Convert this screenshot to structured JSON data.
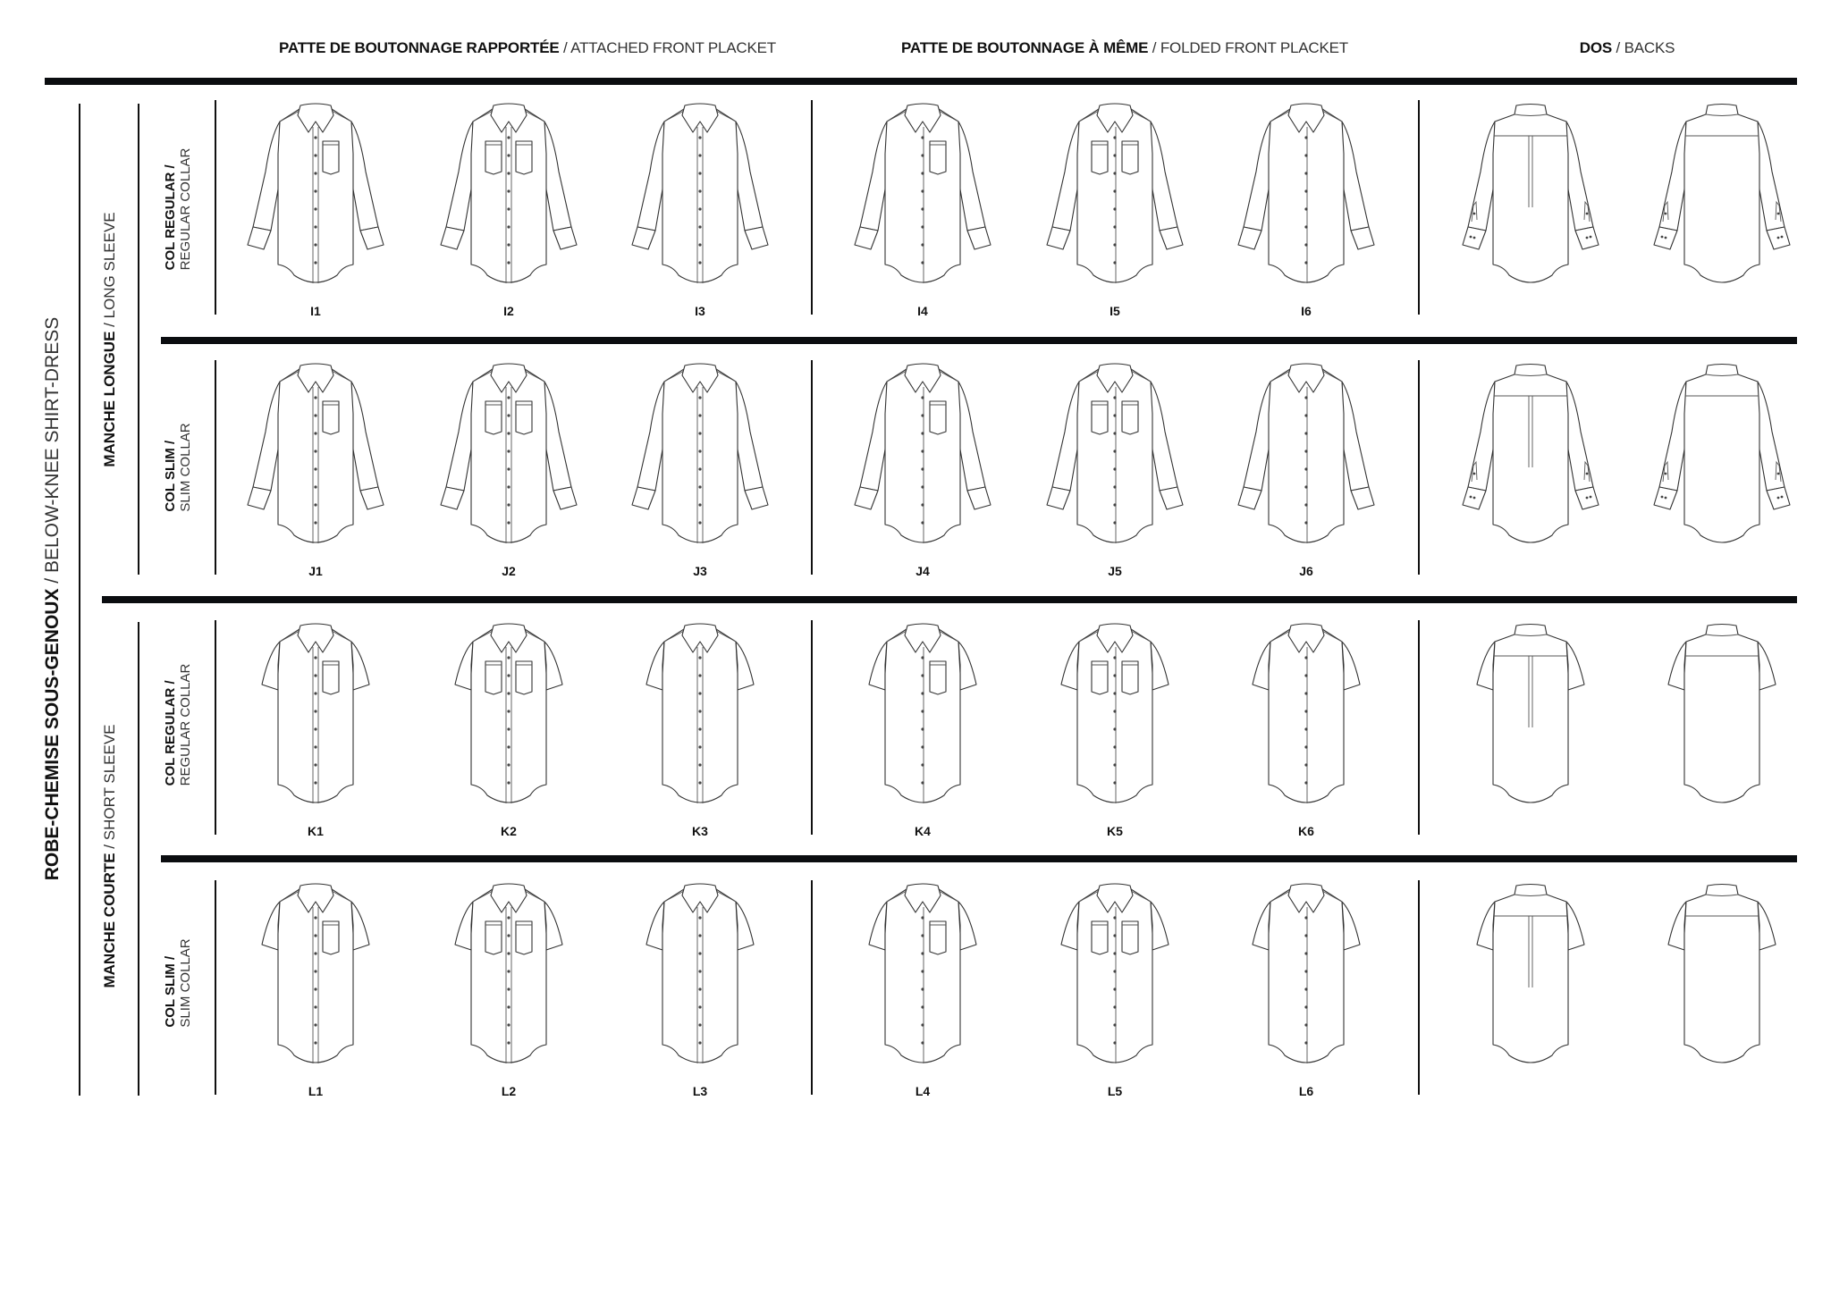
{
  "headers": [
    {
      "bold": "PATTE DE BOUTONNAGE RAPPORTÉE",
      "light": " / ATTACHED FRONT PLACKET"
    },
    {
      "bold": "PATTE DE BOUTONNAGE À MÊME",
      "light": " / FOLDED FRONT PLACKET"
    },
    {
      "bold": "DOS",
      "light": " / BACKS"
    }
  ],
  "main_label": {
    "bold": "ROBE-CHEMISE SOUS-GENOUX",
    "light": " / BELOW-KNEE SHIRT-DRESS"
  },
  "sleeves": [
    {
      "bold": "MANCHE LONGUE",
      "light": " / LONG SLEEVE"
    },
    {
      "bold": "MANCHE COURTE",
      "light": " / SHORT SLEEVE"
    }
  ],
  "collars": [
    {
      "bold": "COL REGULAR /",
      "light": "REGULAR COLLAR"
    },
    {
      "bold": "COL SLIM /",
      "light": "SLIM COLLAR"
    },
    {
      "bold": "COL REGULAR /",
      "light": "REGULAR COLLAR"
    },
    {
      "bold": "COL SLIM /",
      "light": "SLIM COLLAR"
    }
  ],
  "rows": [
    {
      "sleeve": "long",
      "codes": [
        "I1",
        "I2",
        "I3",
        "I4",
        "I5",
        "I6"
      ]
    },
    {
      "sleeve": "long",
      "codes": [
        "J1",
        "J2",
        "J3",
        "J4",
        "J5",
        "J6"
      ]
    },
    {
      "sleeve": "short",
      "codes": [
        "K1",
        "K2",
        "K3",
        "K4",
        "K5",
        "K6"
      ]
    },
    {
      "sleeve": "short",
      "codes": [
        "L1",
        "L2",
        "L3",
        "L4",
        "L5",
        "L6"
      ]
    }
  ],
  "front_variants": [
    {
      "placket": "attached",
      "pockets": 1
    },
    {
      "placket": "attached",
      "pockets": 2
    },
    {
      "placket": "attached",
      "pockets": 0
    },
    {
      "placket": "folded",
      "pockets": 1
    },
    {
      "placket": "folded",
      "pockets": 2
    },
    {
      "placket": "folded",
      "pockets": 0
    }
  ],
  "back_variants": [
    {
      "pleat": true
    },
    {
      "pleat": false
    }
  ]
}
